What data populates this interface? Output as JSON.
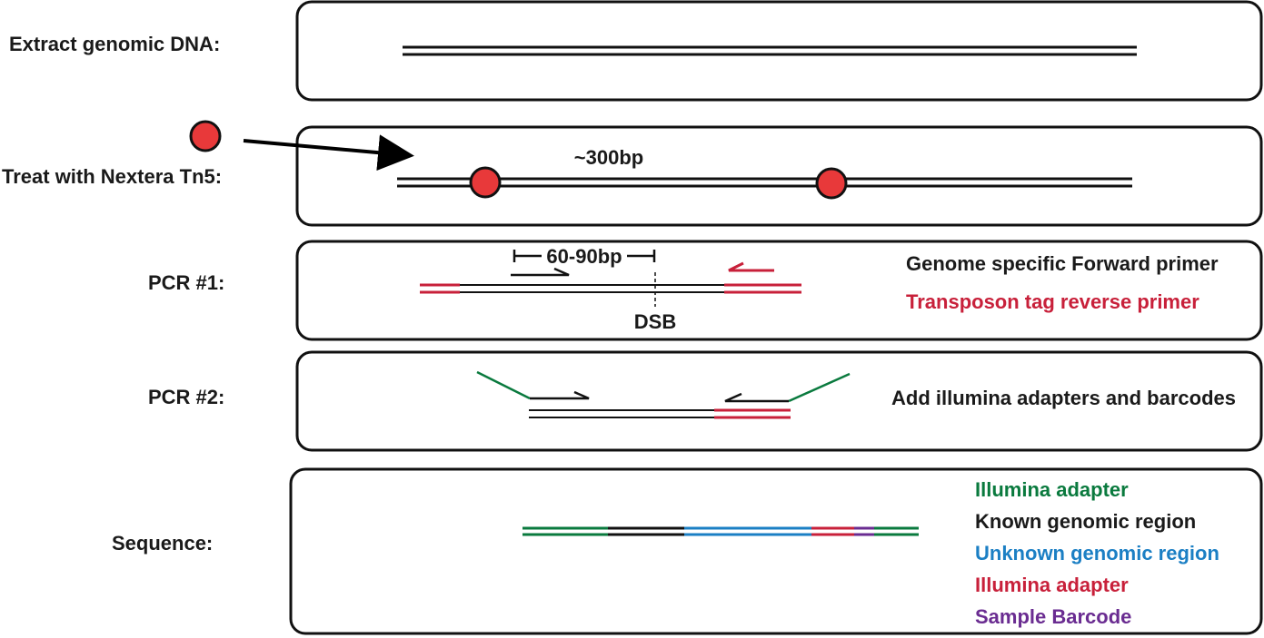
{
  "steps": {
    "extract": {
      "label": "Extract genomic DNA:"
    },
    "treat": {
      "label": "Treat with Nextera Tn5:",
      "fragment_size": "~300bp"
    },
    "pcr1": {
      "label": "PCR #1:",
      "amplicon_size": "60-90bp",
      "break_label": "DSB",
      "forward_primer": "Genome specific Forward primer",
      "reverse_primer": "Transposon tag reverse primer"
    },
    "pcr2": {
      "label": "PCR #2:",
      "description": "Add illumina adapters and barcodes"
    },
    "sequence": {
      "label": "Sequence:",
      "legend": [
        {
          "text": "Illumina adapter",
          "color": "#0a7a3e"
        },
        {
          "text": "Known genomic region",
          "color": "#1a1a1a"
        },
        {
          "text": "Unknown genomic region",
          "color": "#1b7fc4"
        },
        {
          "text": "Illumina adapter",
          "color": "#c8203a"
        },
        {
          "text": "Sample Barcode",
          "color": "#6a2c91"
        }
      ]
    }
  },
  "colors": {
    "dna": "#1a1a1a",
    "transposase": "#e8393a",
    "transposon_tag": "#c8203a",
    "adapter": "#0a7a3e",
    "unknown_region": "#1b7fc4",
    "barcode": "#6a2c91"
  },
  "icons": {
    "transposase": "red-circle",
    "pointer": "arrow"
  }
}
